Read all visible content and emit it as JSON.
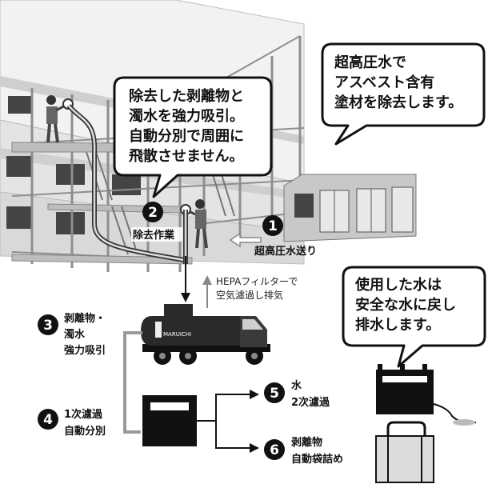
{
  "bubbles": {
    "left": {
      "lines": [
        "除去した剥離物と",
        "濁水を強力吸引。",
        "自動分別で周囲に",
        "飛散させません。"
      ]
    },
    "right": {
      "lines": [
        "超高圧水で",
        "アスベスト含有",
        "塗材を除去します。"
      ]
    },
    "bottom": {
      "lines": [
        "使用した水は",
        "安全な水に戻し",
        "排水します。"
      ]
    }
  },
  "steps": [
    {
      "num": "1",
      "lines": [
        "超高圧水送り"
      ]
    },
    {
      "num": "2",
      "lines": [
        "除去作業"
      ]
    },
    {
      "num": "3",
      "lines": [
        "剥離物・",
        "濁水",
        "強力吸引"
      ]
    },
    {
      "num": "4",
      "lines": [
        "1次濾過",
        "自動分別"
      ]
    },
    {
      "num": "5",
      "lines": [
        "水",
        "2次濾過"
      ]
    },
    {
      "num": "6",
      "lines": [
        "剥離物",
        "自動袋詰め"
      ]
    }
  ],
  "hepa": {
    "lines": [
      "HEPAフィルターで",
      "空気濾過し排気"
    ]
  },
  "truck": {
    "logo": "MARUICHI"
  },
  "colors": {
    "ink": "#111111",
    "wall": "#e6e6e6",
    "wall_dark": "#cfcfcf",
    "scaffold": "#9a9a9a"
  }
}
